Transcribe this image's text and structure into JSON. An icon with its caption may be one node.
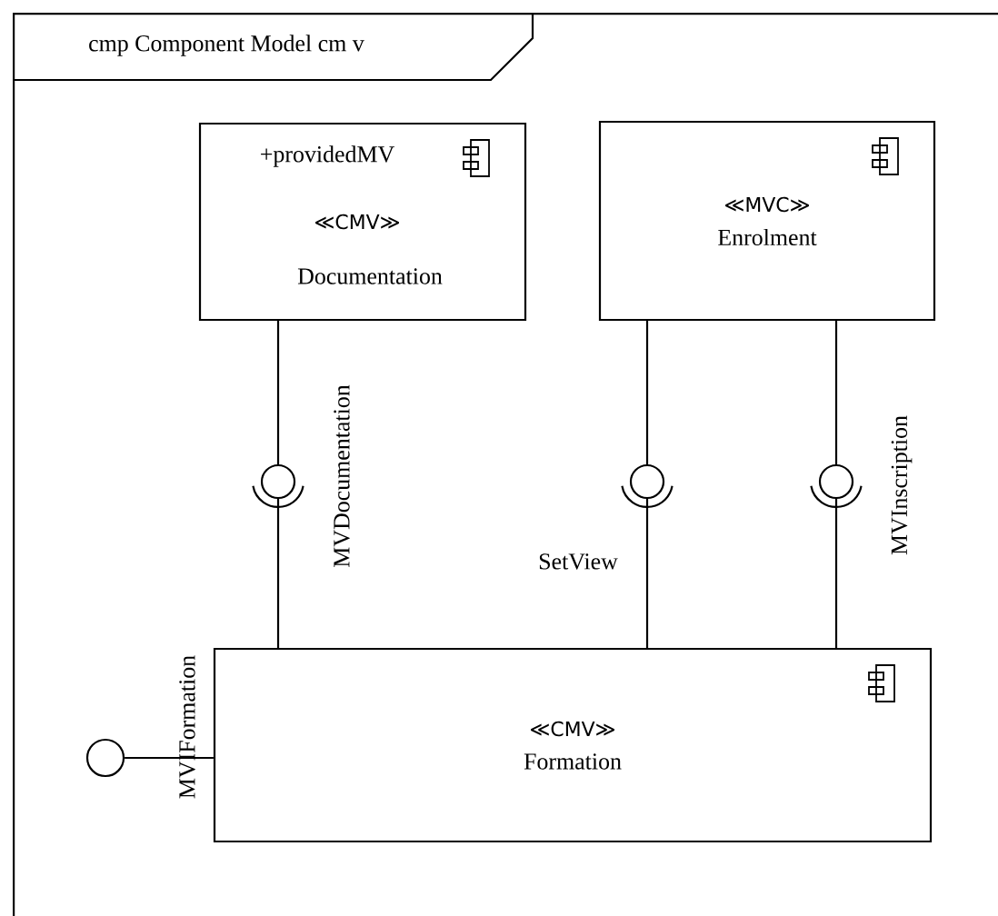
{
  "diagram": {
    "nodes": [
      {
        "text": [
          "cmp Component Model cm v"
        ]
      },
      {
        "text": [
          "+providedMV",
          "≪CMV≫",
          "Documentation"
        ],
        "in": 0
      },
      {
        "text": [
          "≪MVC≫",
          "Enrolment"
        ],
        "in": 0
      },
      {
        "text": [
          "≪CMV≫",
          "Formation"
        ],
        "in": 0
      },
      {
        "text": [],
        "shape": "circle",
        "in": 0
      }
    ],
    "edges": [
      {
        "from": 1,
        "to": 3,
        "arrow": "none",
        "label": "MVDocumentation"
      },
      {
        "from": 2,
        "to": 3,
        "arrow": "none",
        "label": "SetView"
      },
      {
        "from": 2,
        "to": 3,
        "arrow": "none",
        "label": "MVInscription"
      },
      {
        "from": 3,
        "to": 4,
        "arrow": "none",
        "label": "MVIFormation"
      }
    ]
  }
}
